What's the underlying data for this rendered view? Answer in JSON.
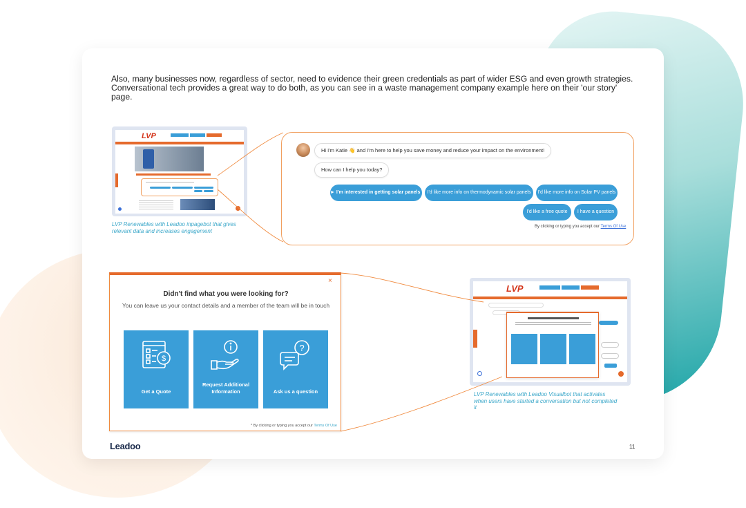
{
  "intro": "Also, many businesses now, regardless of sector, need to evidence their green credentials as part of wider ESG and even growth strategies. Conversational tech provides a great way to do both, as you can see in a waste management company example here on their 'our story' page.",
  "thumbnail_1": {
    "logo": "LVP",
    "caption": "LVP Renewables with Leadoo inpagebot that gives relevant data and increases engagement"
  },
  "chat": {
    "greeting": "Hi I'm Katie 👋  and I'm here to help you save money and reduce your impact on the environment!",
    "question": "How can I help you today?",
    "options": [
      "► I'm interested in getting solar panels ◄",
      "I'd like more info on thermodynamic solar panels",
      "I'd like more info on Solar PV panels",
      "I'd like a free quote",
      "I have a question"
    ],
    "terms_prefix": "By clicking or typing you accept our",
    "terms_link": "Terms Of Use"
  },
  "modal": {
    "close": "×",
    "title": "Didn't find what you were looking for?",
    "subtitle": "You can leave us your contact details and a member of the team will be in touch",
    "tiles": [
      "Get a Quote",
      "Request Additional Information",
      "Ask us a question"
    ],
    "terms_prefix": "* By clicking or typing you accept our",
    "terms_link": "Terms Of Use"
  },
  "thumbnail_2": {
    "logo": "LVP",
    "caption": "LVP Renewables with Leadoo Visualbot that activates when users have started a conversation but not completed it"
  },
  "footer": {
    "brand": "Leadoo",
    "page_number": "11"
  },
  "colors": {
    "accent_blue": "#3a9ed8",
    "accent_orange": "#e56a2c",
    "caption_blue": "#3aa7c9",
    "teal": "#1aa3a6"
  }
}
